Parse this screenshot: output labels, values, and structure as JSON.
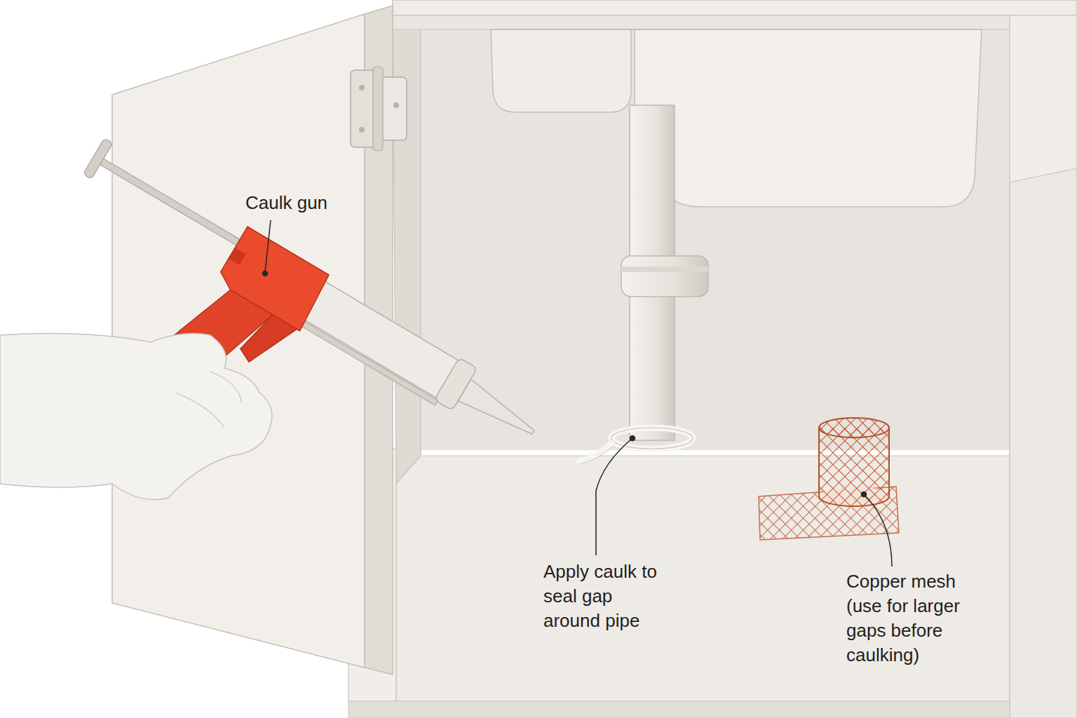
{
  "diagram": {
    "labels": [
      "Caulk gun",
      "Apply caulk to seal gap around pipe",
      "Copper mesh (use for larger gaps before caulking)"
    ]
  }
}
